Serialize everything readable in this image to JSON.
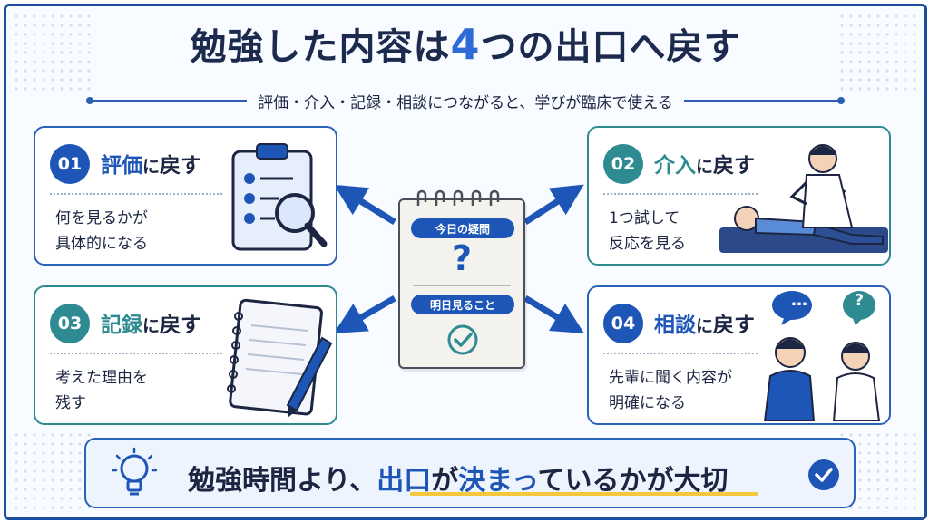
{
  "header": {
    "title_pre": "勉強した内容は",
    "title_num": "4",
    "title_post": "つの出口へ戻す",
    "subtitle": "評価・介入・記録・相談につながると、学びが臨床で使える"
  },
  "cards": [
    {
      "num": "01",
      "title_accent": "評価",
      "title_mid": "に",
      "title_end": "戻す",
      "body": "何を見るかが\n具体的になる",
      "color": "#1e56b8"
    },
    {
      "num": "02",
      "title_accent": "介入",
      "title_mid": "に",
      "title_end": "戻す",
      "body": "1つ試して\n反応を見る",
      "color": "#2e8b92"
    },
    {
      "num": "03",
      "title_accent": "記録",
      "title_mid": "に",
      "title_end": "戻す",
      "body": "考えた理由を\n残す",
      "color": "#2e8b92"
    },
    {
      "num": "04",
      "title_accent": "相談",
      "title_mid": "に",
      "title_end": "戻す",
      "body": "先輩に聞く内容が\n明確になる",
      "color": "#1e56b8"
    }
  ],
  "memo": {
    "label_top": "今日の疑問",
    "question_mark": "?",
    "label_bottom": "明日見ること"
  },
  "speech": {
    "left": "…",
    "right": "?"
  },
  "bottom": {
    "part1": "勉強時間より、",
    "part2": "出口",
    "part3": "が",
    "part4": "決まっ",
    "part5": "て",
    "part6": "いるかが大切"
  },
  "colors": {
    "primary": "#1e56b8",
    "teal": "#2e8b92",
    "highlight": "#f3c83c",
    "frame": "#1b4fa0"
  }
}
